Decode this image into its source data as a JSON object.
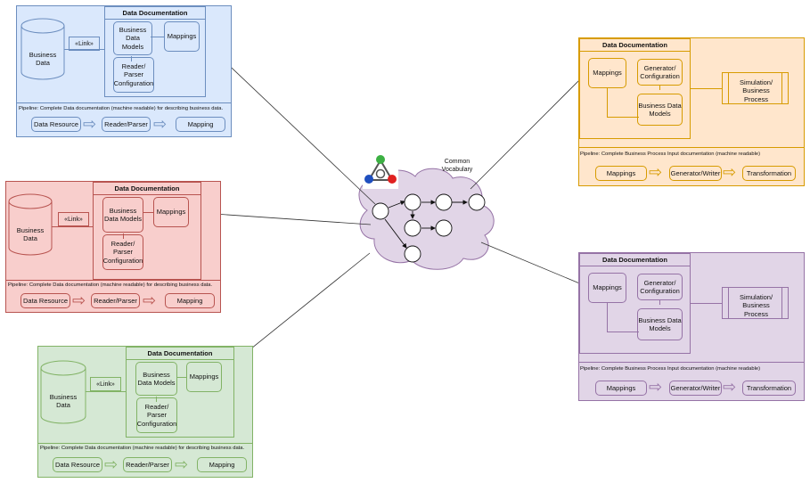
{
  "left_panels": [
    {
      "id": "blue",
      "business_data": "Business Data",
      "link": "«Link»",
      "doc_title": "Data Documentation",
      "business_data_models": "Business Data Models",
      "mappings": "Mappings",
      "reader_parser_config": "Reader/ Parser Configuration",
      "pipeline_text": "Pipeline: Complete Data documentation (machine readable)  for describing business data.",
      "pipeline_steps": [
        "Data Resource",
        "Reader/Parser",
        "Mapping"
      ],
      "color": "#dae8fc"
    },
    {
      "id": "red",
      "business_data": "Business Data",
      "link": "«Link»",
      "doc_title": "Data Documentation",
      "business_data_models": "Business Data Models",
      "mappings": "Mappings",
      "reader_parser_config": "Reader/ Parser Configuration",
      "pipeline_text": "Pipeline: Complete Data documentation (machine readable)  for describing business data.",
      "pipeline_steps": [
        "Data Resource",
        "Reader/Parser",
        "Mapping"
      ],
      "color": "#f8cecc"
    },
    {
      "id": "green",
      "business_data": "Business Data",
      "link": "«Link»",
      "doc_title": "Data Documentation",
      "business_data_models": "Business Data Models",
      "mappings": "Mappings",
      "reader_parser_config": "Reader/ Parser Configuration",
      "pipeline_text": "Pipeline: Complete Data documentation (machine readable)  for describing business data.",
      "pipeline_steps": [
        "Data Resource",
        "Reader/Parser",
        "Mapping"
      ],
      "color": "#d5e8d4"
    }
  ],
  "right_panels": [
    {
      "id": "orange",
      "doc_title": "Data Documentation",
      "mappings": "Mappings",
      "generator_config": "Generator/ Configuration",
      "business_data_models": "Business Data Models",
      "simulation": "Simulation/ Business Process",
      "pipeline_text": "Pipeline: Complete Business Process Input documentation (machine readable)",
      "pipeline_steps": [
        "Mappings",
        "Generator/Writer",
        "Transformation"
      ],
      "color": "#ffe6cc"
    },
    {
      "id": "purple",
      "doc_title": "Data Documentation",
      "mappings": "Mappings",
      "generator_config": "Generator/ Configuration",
      "business_data_models": "Business Data Models",
      "simulation": "Simulation/ Business Process",
      "pipeline_text": "Pipeline: Complete Business Process Input documentation (machine readable)",
      "pipeline_steps": [
        "Mappings",
        "Generator/Writer",
        "Transformation"
      ],
      "color": "#e1d5e7"
    }
  ],
  "center": {
    "label": "Common Vocabulary",
    "cloud_color": "#e1d5e7",
    "logo_icon": "ontology-triangle-icon",
    "logo_colors": [
      "#3cb043",
      "#1f4fbf",
      "#e02020"
    ]
  }
}
